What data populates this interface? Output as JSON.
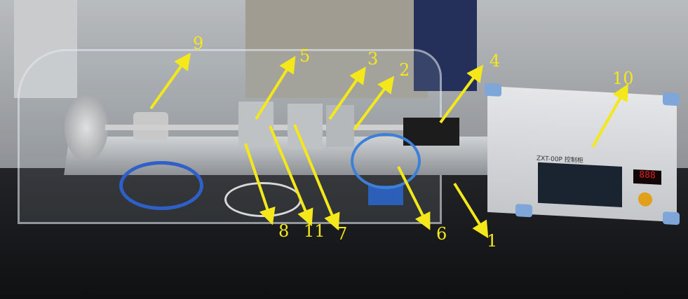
{
  "labels": [
    "1",
    "2",
    "3",
    "4",
    "5",
    "6",
    "7",
    "8",
    "9",
    "10",
    "11"
  ],
  "controller": {
    "model_text": "ZXT-00P 控制柜",
    "display": "888"
  },
  "colors": {
    "annotation": "#f5e81a",
    "bench": "#1a1b1e",
    "controller_corner": "#7fa6d8"
  }
}
